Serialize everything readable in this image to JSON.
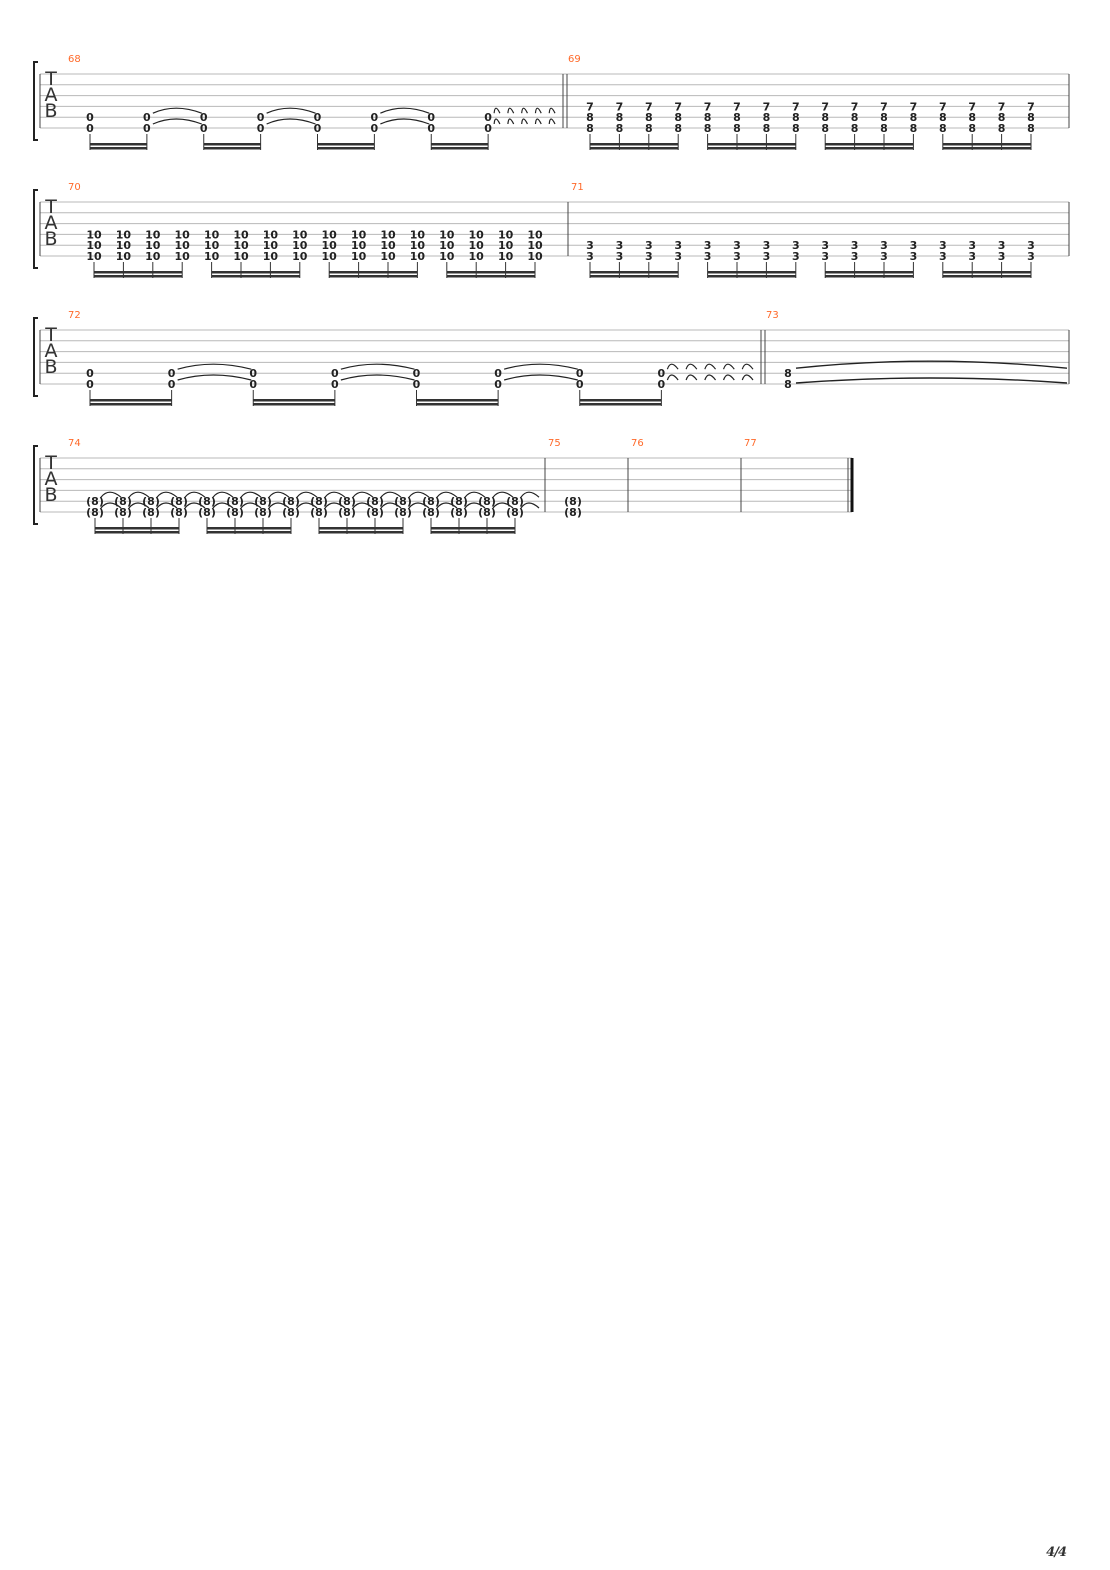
{
  "document": {
    "type": "guitar tablature",
    "page_label": "4/4"
  },
  "systems": [
    {
      "measures": [
        {
          "number": "68",
          "beats": [
            {
              "notes": [
                {
                  "string": 5,
                  "fret": "0"
                },
                {
                  "string": 6,
                  "fret": "0"
                }
              ]
            },
            {
              "notes": [
                {
                  "string": 5,
                  "fret": "0"
                },
                {
                  "string": 6,
                  "fret": "0"
                }
              ],
              "tie": true
            },
            {
              "notes": [
                {
                  "string": 5,
                  "fret": "0"
                },
                {
                  "string": 6,
                  "fret": "0"
                }
              ]
            },
            {
              "notes": [
                {
                  "string": 5,
                  "fret": "0"
                },
                {
                  "string": 6,
                  "fret": "0"
                }
              ],
              "tie": true
            },
            {
              "notes": [
                {
                  "string": 5,
                  "fret": "0"
                },
                {
                  "string": 6,
                  "fret": "0"
                }
              ]
            },
            {
              "notes": [
                {
                  "string": 5,
                  "fret": "0"
                },
                {
                  "string": 6,
                  "fret": "0"
                }
              ],
              "tie": true
            },
            {
              "notes": [
                {
                  "string": 5,
                  "fret": "0"
                },
                {
                  "string": 6,
                  "fret": "0"
                }
              ]
            },
            {
              "notes": [
                {
                  "string": 5,
                  "fret": "0"
                },
                {
                  "string": 6,
                  "fret": "0"
                }
              ],
              "tie": true,
              "tie_chain": 5
            }
          ],
          "beam_groups": 4,
          "end_barline": "double"
        },
        {
          "number": "69",
          "beats_repeat": 16,
          "chord": [
            {
              "string": 4,
              "fret": "7"
            },
            {
              "string": 5,
              "fret": "8"
            },
            {
              "string": 6,
              "fret": "8"
            }
          ],
          "beam_groups": 4,
          "end_barline": "single"
        }
      ]
    },
    {
      "measures": [
        {
          "number": "70",
          "beats_repeat": 16,
          "chord": [
            {
              "string": 4,
              "fret": "10"
            },
            {
              "string": 5,
              "fret": "10"
            },
            {
              "string": 6,
              "fret": "10"
            }
          ],
          "beam_groups": 4,
          "end_barline": "single"
        },
        {
          "number": "71",
          "beats_repeat": 16,
          "chord": [
            {
              "string": 5,
              "fret": "3"
            },
            {
              "string": 6,
              "fret": "3"
            }
          ],
          "beam_groups": 4,
          "end_barline": "single"
        }
      ]
    },
    {
      "measures": [
        {
          "number": "72",
          "beats": [
            {
              "notes": [
                {
                  "string": 5,
                  "fret": "0"
                },
                {
                  "string": 6,
                  "fret": "0"
                }
              ]
            },
            {
              "notes": [
                {
                  "string": 5,
                  "fret": "0"
                },
                {
                  "string": 6,
                  "fret": "0"
                }
              ],
              "tie": true
            },
            {
              "notes": [
                {
                  "string": 5,
                  "fret": "0"
                },
                {
                  "string": 6,
                  "fret": "0"
                }
              ]
            },
            {
              "notes": [
                {
                  "string": 5,
                  "fret": "0"
                },
                {
                  "string": 6,
                  "fret": "0"
                }
              ],
              "tie": true
            },
            {
              "notes": [
                {
                  "string": 5,
                  "fret": "0"
                },
                {
                  "string": 6,
                  "fret": "0"
                }
              ]
            },
            {
              "notes": [
                {
                  "string": 5,
                  "fret": "0"
                },
                {
                  "string": 6,
                  "fret": "0"
                }
              ],
              "tie": true
            },
            {
              "notes": [
                {
                  "string": 5,
                  "fret": "0"
                },
                {
                  "string": 6,
                  "fret": "0"
                }
              ]
            },
            {
              "notes": [
                {
                  "string": 5,
                  "fret": "0"
                },
                {
                  "string": 6,
                  "fret": "0"
                }
              ],
              "tie": true,
              "tie_chain": 5
            }
          ],
          "beam_groups": 4,
          "end_barline": "double"
        },
        {
          "number": "73",
          "whole_note": [
            {
              "string": 5,
              "fret": "8"
            },
            {
              "string": 6,
              "fret": "8"
            }
          ],
          "tie_to_next": true,
          "end_barline": "single"
        }
      ]
    },
    {
      "measures": [
        {
          "number": "74",
          "beats_repeat": 16,
          "chord": [
            {
              "string": 5,
              "fret": "(8)"
            },
            {
              "string": 6,
              "fret": "(8)"
            }
          ],
          "tied_throughout": true,
          "beam_groups": 4,
          "end_barline": "single"
        },
        {
          "number": "75",
          "whole_note": [
            {
              "string": 5,
              "fret": "(8)"
            },
            {
              "string": 6,
              "fret": "(8)"
            }
          ],
          "end_barline": "single"
        },
        {
          "number": "76",
          "empty": true,
          "end_barline": "single"
        },
        {
          "number": "77",
          "empty": true,
          "end_barline": "final"
        }
      ]
    }
  ]
}
